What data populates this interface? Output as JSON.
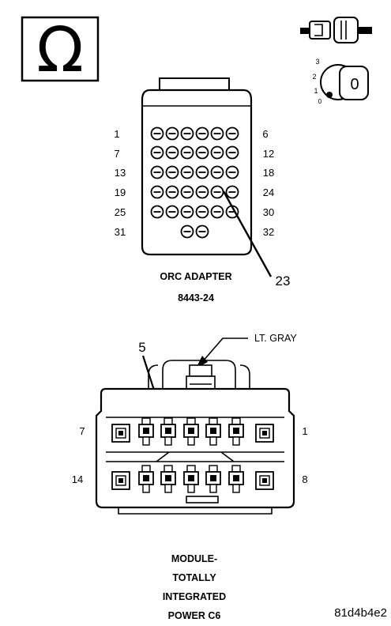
{
  "ohm_symbol": "Ω",
  "ignition_key": {
    "positions": [
      "3",
      "2",
      "1",
      "0"
    ],
    "key_label": "0"
  },
  "orc_adapter": {
    "row_start_labels": [
      "1",
      "7",
      "13",
      "19",
      "25",
      "31"
    ],
    "row_end_labels": [
      "6",
      "12",
      "18",
      "24",
      "30",
      "32"
    ],
    "callout": "23",
    "caption_line1": "ORC ADAPTER",
    "caption_line2": "8443-24"
  },
  "module_connector": {
    "wire_color_label": "LT. GRAY",
    "callout": "5",
    "top_row_left": "7",
    "top_row_right": "1",
    "bottom_row_left": "14",
    "bottom_row_right": "8",
    "caption_lines": [
      "MODULE-",
      "TOTALLY",
      "INTEGRATED",
      "POWER C6"
    ]
  },
  "figure_id": "81d4b4e2"
}
